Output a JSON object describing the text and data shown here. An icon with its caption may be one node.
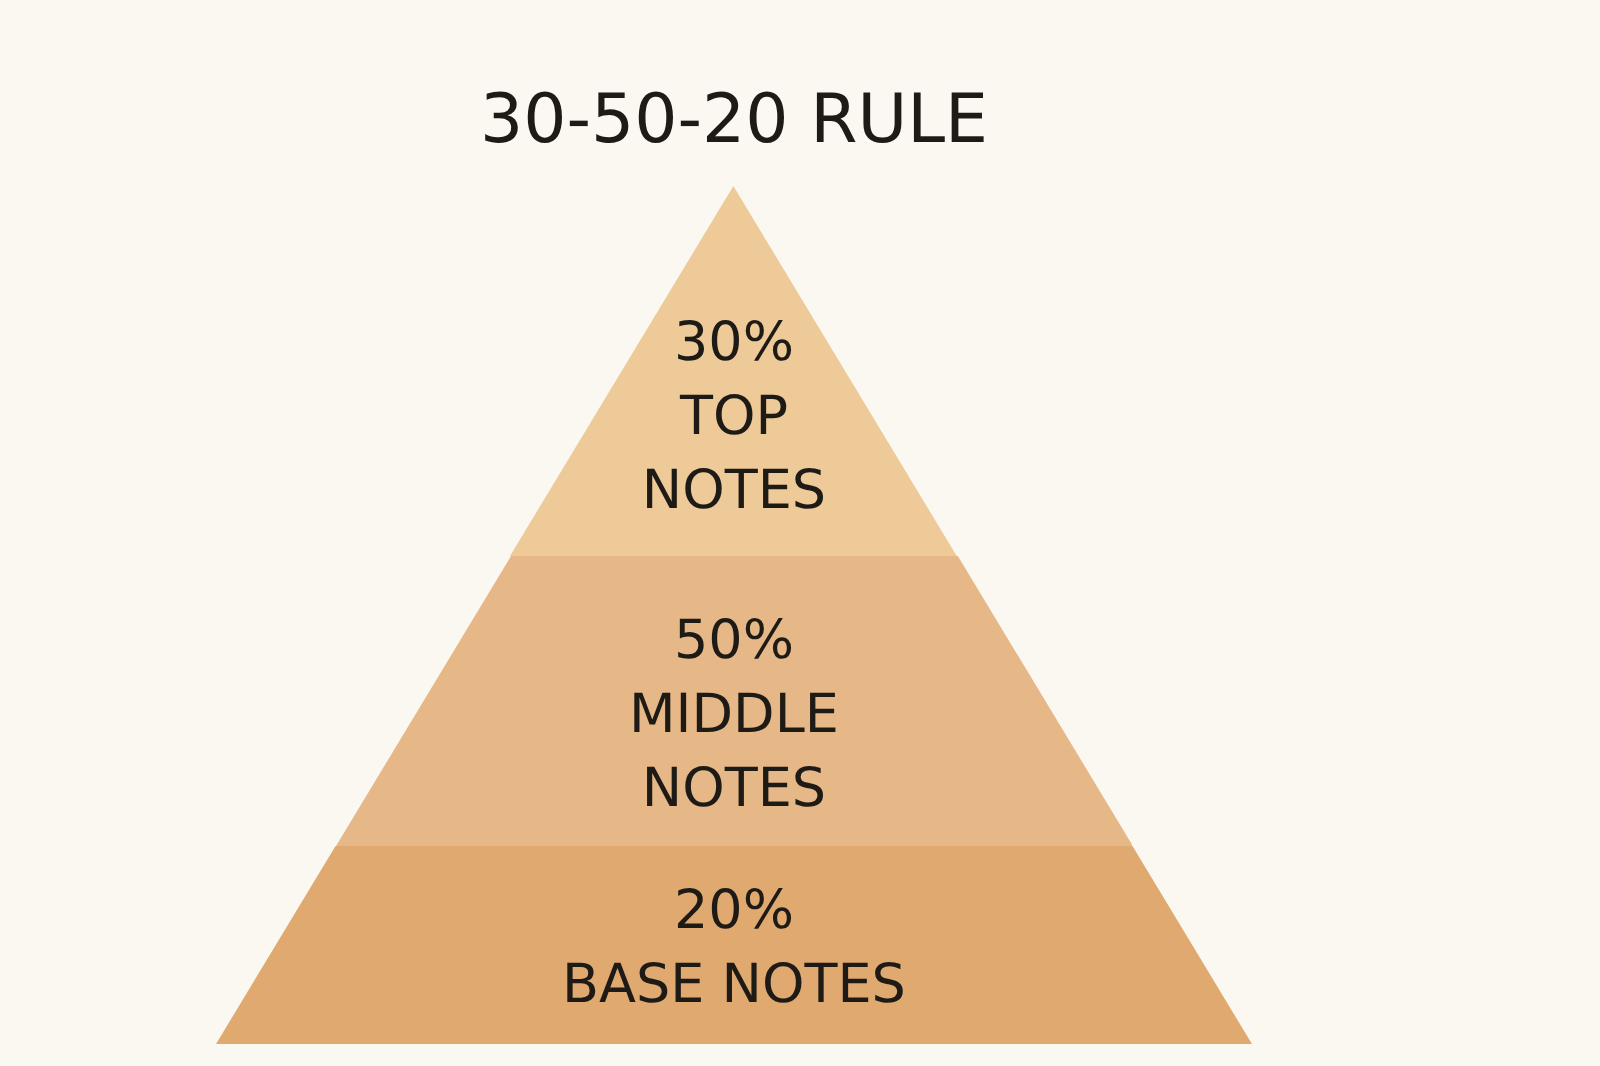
{
  "diagram": {
    "title": "30-50-20 RULE",
    "nodes": [
      {
        "text": [
          "30%",
          "TOP NOTES"
        ]
      },
      {
        "text": [
          "50%",
          "MIDDLE NOTES"
        ]
      },
      {
        "text": [
          "20%",
          "BASE NOTES"
        ]
      }
    ]
  }
}
